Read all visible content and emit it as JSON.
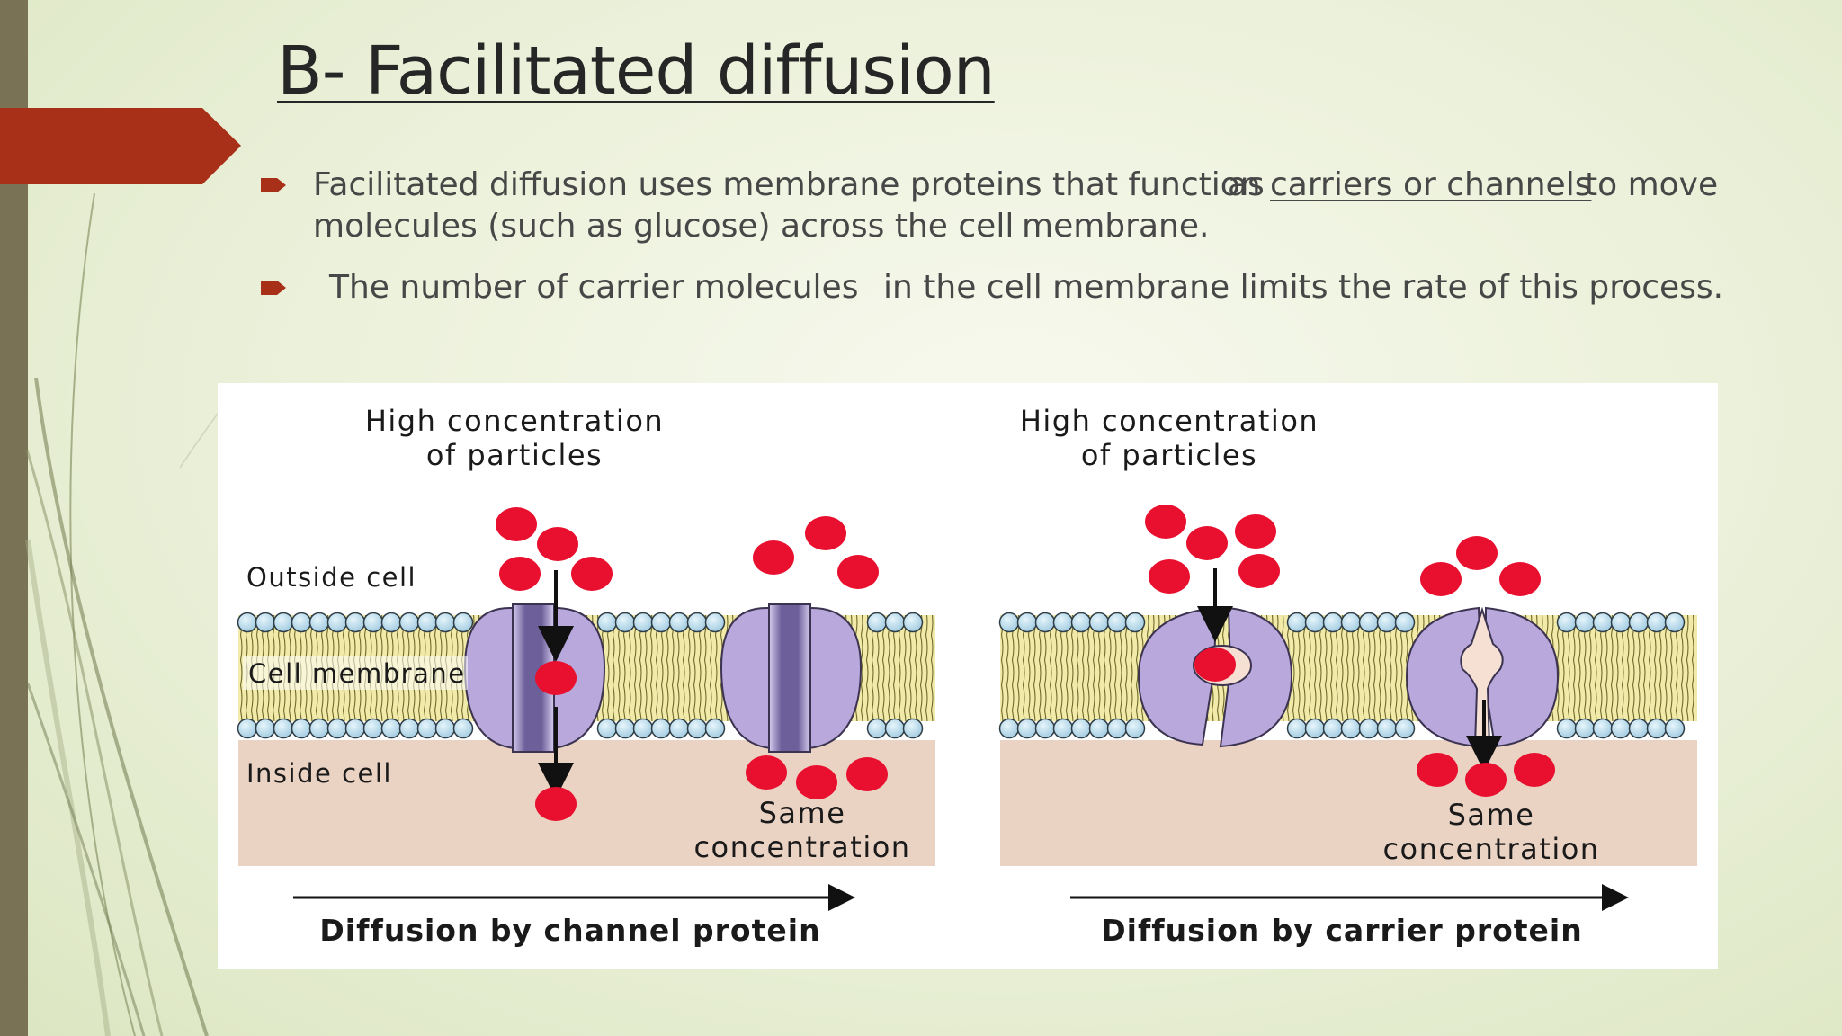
{
  "slide": {
    "title": "B- Facilitated diffusion",
    "bullets": [
      {
        "line1_a": "Facilitated diffusion uses membrane proteins that function",
        "line1_b": "as",
        "line1_link": "carriers or channels",
        "line1_c": "to move",
        "line2_a": "molecules (such as glucose) across the cell",
        "line2_b": "membrane."
      },
      {
        "part_a": "The number of carrier molecules",
        "part_b": "in the cell membrane limits the rate of this process."
      }
    ]
  },
  "figure": {
    "left_panel": {
      "high_conc_line1": "High concentration",
      "high_conc_line2": "of particles",
      "outside_label": "Outside cell",
      "membrane_label": "Cell membrane",
      "inside_label": "Inside cell",
      "same_line1": "Same",
      "same_line2": "concentration",
      "caption": "Diffusion by channel protein"
    },
    "right_panel": {
      "high_conc_line1": "High concentration",
      "high_conc_line2": "of particles",
      "same_line1": "Same",
      "same_line2": "concentration",
      "caption": "Diffusion by carrier protein"
    }
  },
  "colors": {
    "accent_red": "#a83018",
    "bullet_red": "#a83018",
    "particle": "#e8102e",
    "protein": "#b8a8dc",
    "cytoplasm": "#ebd3c4",
    "head": "#bfe0ef",
    "tail": "#e8e19a"
  }
}
